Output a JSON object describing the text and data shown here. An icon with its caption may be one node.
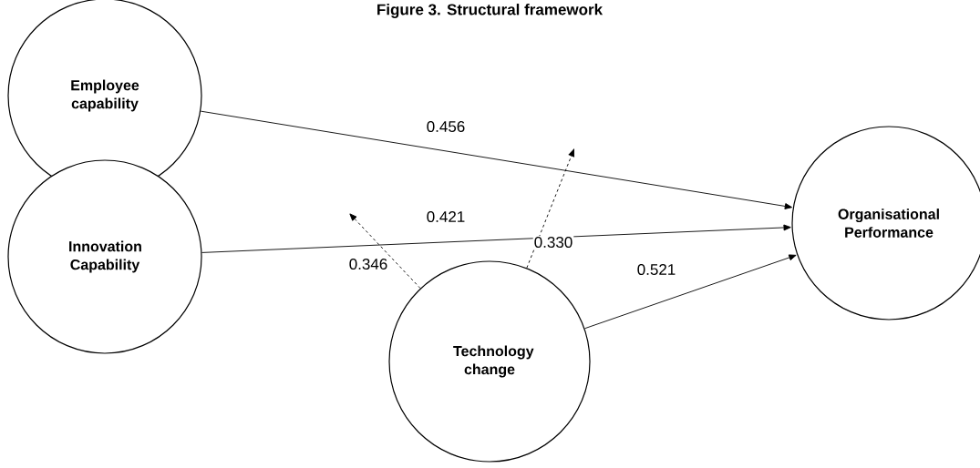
{
  "diagram": {
    "title": "Figure 3. Structural framework",
    "nodes": [
      {
        "text": [
          "Employee capability"
        ]
      },
      {
        "text": [
          "Innovation Capability"
        ]
      },
      {
        "text": [
          "Organisational Performance"
        ]
      },
      {
        "text": [
          "Technology change"
        ]
      }
    ],
    "edges": [
      {
        "from": 0,
        "to": 2,
        "arrow": "to",
        "label": "0.456"
      },
      {
        "from": 1,
        "to": 2,
        "arrow": "to",
        "label": "0.421"
      },
      {
        "from": 3,
        "to": 2,
        "arrow": "to",
        "label": "0.521"
      },
      {
        "from": 3,
        "to": null,
        "arrow": "to",
        "label": "0.346",
        "style": "dashed"
      },
      {
        "from": 3,
        "to": null,
        "arrow": "to",
        "label": "0.330",
        "style": "dashed"
      }
    ]
  }
}
